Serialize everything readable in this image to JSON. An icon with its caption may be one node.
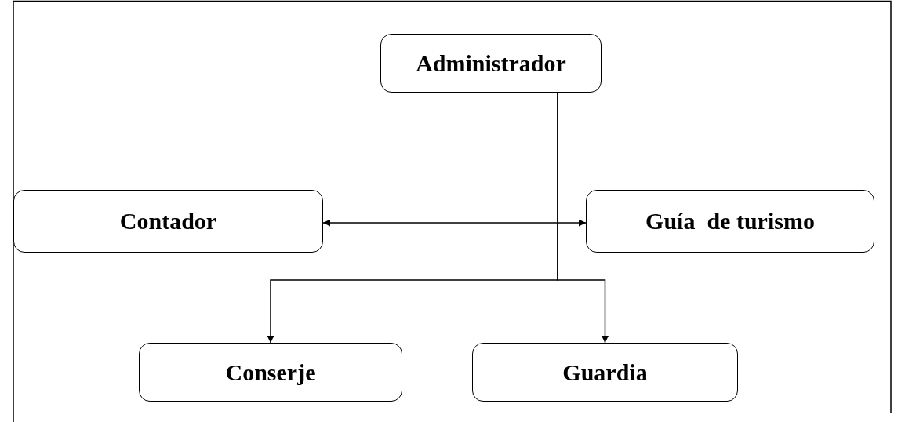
{
  "diagram": {
    "nodes": [
      {
        "text": [
          "Administrador"
        ]
      },
      {
        "text": [
          "Contador"
        ]
      },
      {
        "text": [
          "Guía  de turismo"
        ]
      },
      {
        "text": [
          "Conserje"
        ]
      },
      {
        "text": [
          "Guardia"
        ]
      }
    ],
    "edges": [
      {
        "from": 0,
        "to": 3,
        "arrow": "to"
      },
      {
        "from": 0,
        "to": 4,
        "arrow": "to"
      },
      {
        "from": 1,
        "to": 2,
        "arrow": "both"
      }
    ]
  }
}
